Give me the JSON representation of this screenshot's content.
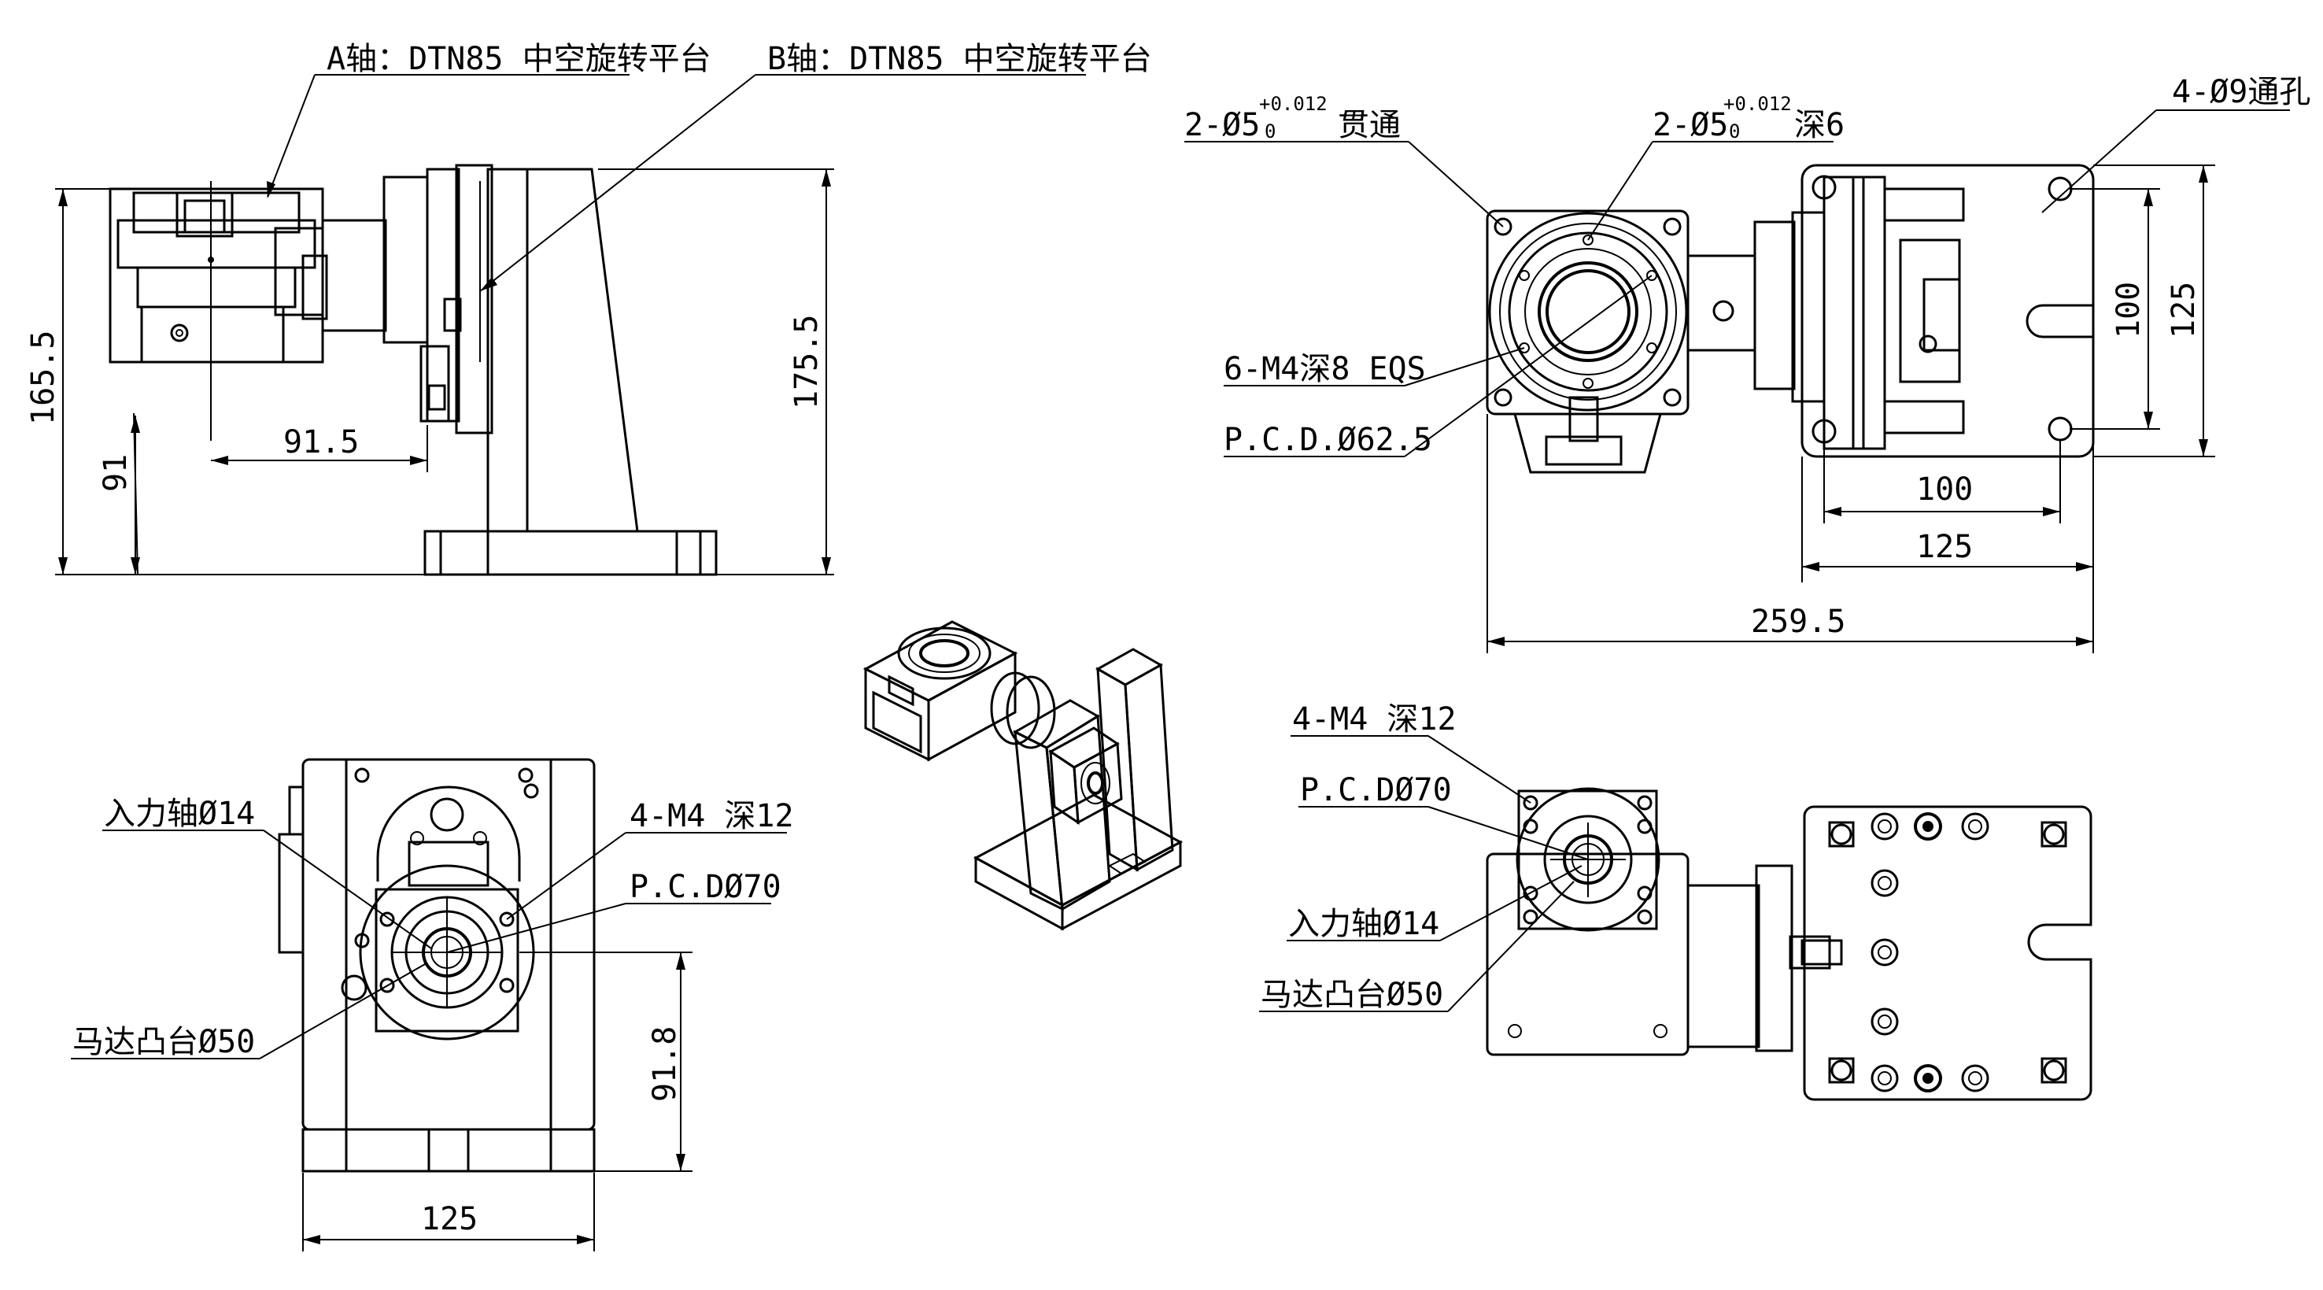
{
  "labels": {
    "axis_a": "A轴：DTN85 中空旋转平台",
    "axis_b": "B轴：DTN85 中空旋转平台",
    "hole_through_prefix": "2-Ø5",
    "tol_upper": "+0.012",
    "tol_lower": "0",
    "through": "贯通",
    "hole_depth_prefix": "2-Ø5",
    "depth6": "深6",
    "m4_depth8": "6-M4深8 EQS",
    "pcd_62_5": "P.C.D.Ø62.5",
    "holes_9": "4-Ø9通孔",
    "input_shaft_bl": "入力轴Ø14",
    "m4_depth12_bl": "4-M4 深12",
    "pcd70_bl": "P.C.DØ70",
    "motor_boss_bl": "马达凸台Ø50",
    "m4_depth12_br": "4-M4 深12",
    "pcd70_br": "P.C.DØ70",
    "input_shaft_br": "入力轴Ø14",
    "motor_boss_br": "马达凸台Ø50"
  },
  "dimensions": {
    "d165_5": "165.5",
    "d175_5": "175.5",
    "d91_5": "91.5",
    "d91": "91",
    "d100_h": "100",
    "d125_h": "125",
    "d259_5": "259.5",
    "d100_v": "100",
    "d125_v": "125",
    "d91_8": "91.8",
    "d125_bottom": "125"
  }
}
